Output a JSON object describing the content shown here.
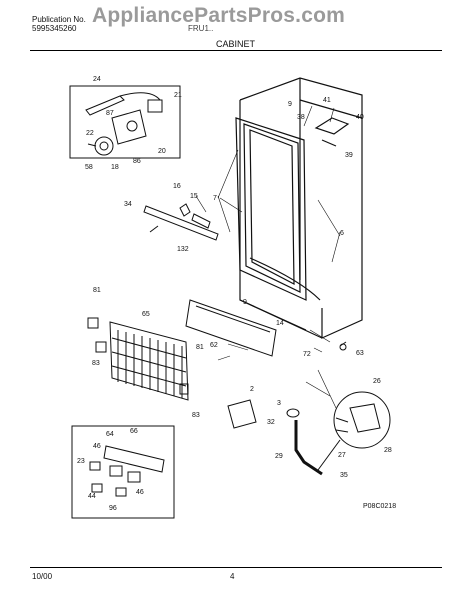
{
  "header": {
    "publication_label": "Publication No.",
    "publication_number": "5995345260",
    "model_obscured": "FRU1..",
    "watermark": "AppliancePartsPros.com",
    "section_title": "CABINET"
  },
  "diagram": {
    "part_callouts": [
      "24",
      "21",
      "87",
      "22",
      "20",
      "86",
      "58",
      "18",
      "16",
      "15",
      "34",
      "132",
      "81",
      "65",
      "83",
      "62",
      "81",
      "83",
      "9",
      "38",
      "41",
      "40",
      "39",
      "7",
      "6",
      "9",
      "14",
      "72",
      "63",
      "2",
      "3",
      "32",
      "29",
      "35",
      "26",
      "27",
      "28",
      "64",
      "66",
      "46",
      "23",
      "44",
      "46",
      "96"
    ],
    "figure_code": "P08C0218"
  },
  "footer": {
    "date": "10/00",
    "page": "4"
  },
  "colors": {
    "ink": "#111111",
    "watermark": "#9a9a9a"
  }
}
